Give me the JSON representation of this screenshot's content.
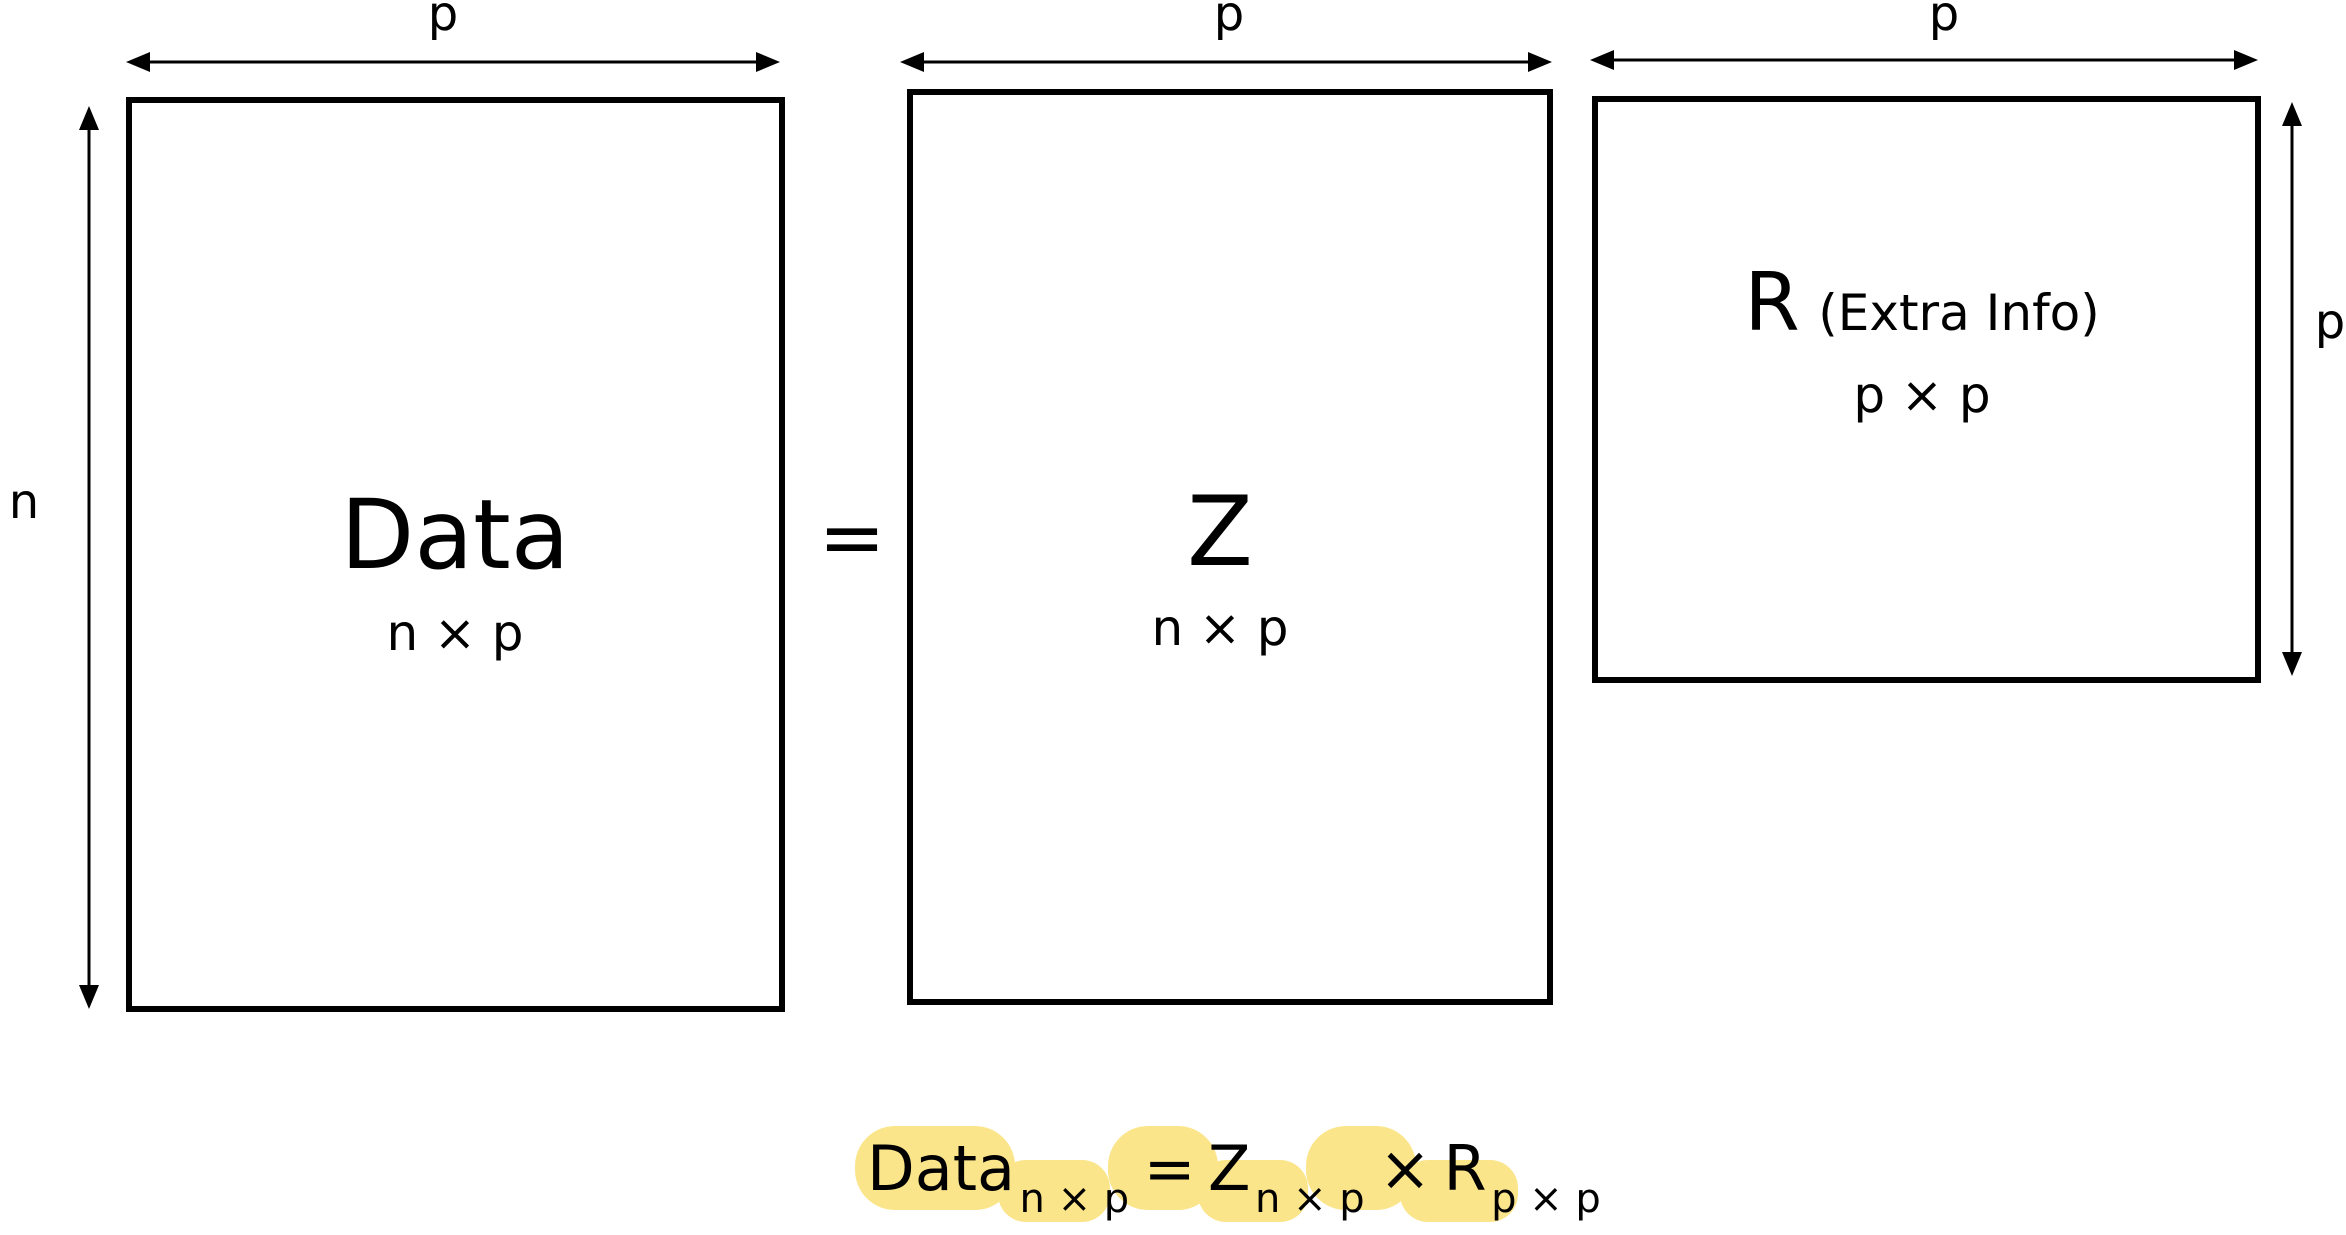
{
  "matrices": {
    "data": {
      "name": "Data",
      "dims": "n × p",
      "width_label": "p",
      "height_label": "n"
    },
    "z": {
      "name": "Z",
      "dims": "n × p",
      "width_label": "p"
    },
    "r": {
      "name": "R",
      "note": "(Extra Info)",
      "dims": "p × p",
      "width_label": "p",
      "height_label": "p"
    }
  },
  "equals_sign": "=",
  "formula": {
    "data": "Data",
    "data_sub": "n × p",
    "equals": "=",
    "z": "Z",
    "z_sub": "n × p",
    "times": "×",
    "r": "R",
    "r_sub": "p × p"
  },
  "colors": {
    "stroke": "#000000",
    "formula_highlight": "#fbe58a"
  }
}
